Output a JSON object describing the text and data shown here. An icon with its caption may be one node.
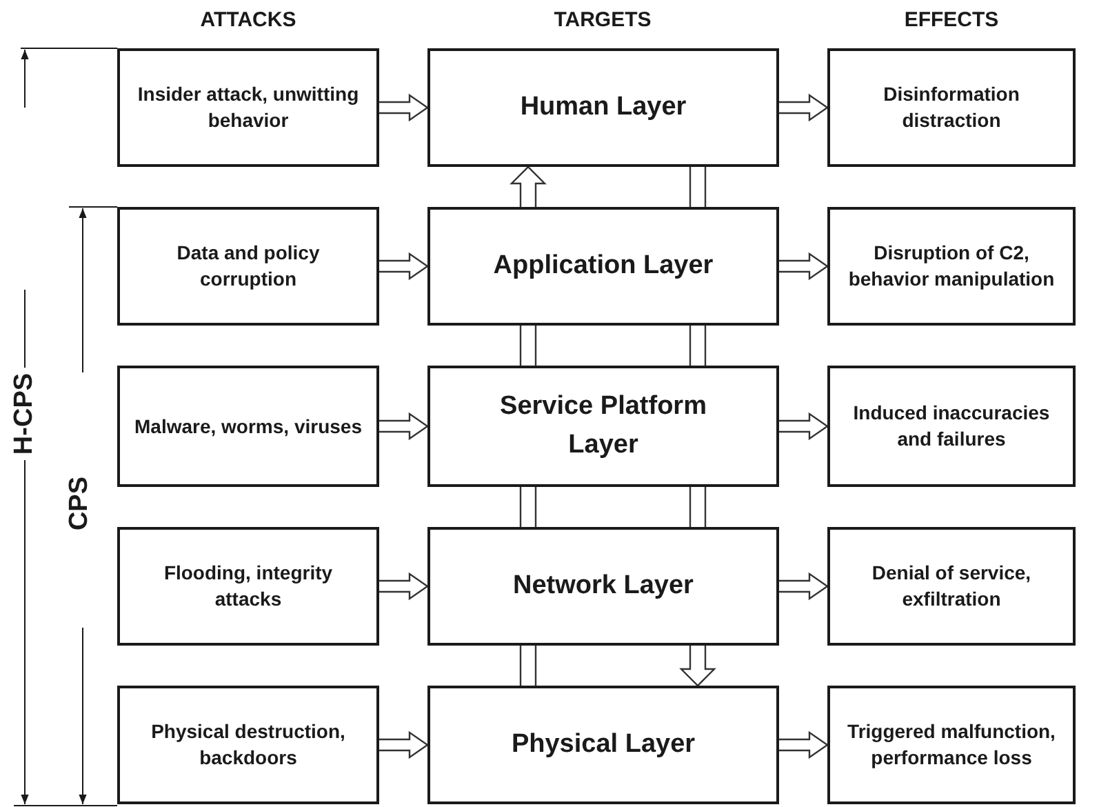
{
  "diagram": {
    "nodes": [
      {
        "text": [
          "Insider attack, unwitting behavior"
        ]
      },
      {
        "text": [
          "Human Layer"
        ]
      },
      {
        "text": [
          "Disinformation distraction"
        ]
      },
      {
        "text": [
          "Data and policy corruption"
        ]
      },
      {
        "text": [
          "Application Layer"
        ]
      },
      {
        "text": [
          "Disruption of C2, behavior manipulation"
        ]
      },
      {
        "text": [
          "Malware, worms, viruses"
        ]
      },
      {
        "text": [
          "Service Platform Layer"
        ]
      },
      {
        "text": [
          "Induced inaccuracies and failures"
        ]
      },
      {
        "text": [
          "Flooding, integrity attacks"
        ]
      },
      {
        "text": [
          "Network Layer"
        ]
      },
      {
        "text": [
          "Denial of service, exfiltration"
        ]
      },
      {
        "text": [
          "Physical destruction, backdoors"
        ]
      },
      {
        "text": [
          "Physical Layer"
        ]
      },
      {
        "text": [
          "Triggered malfunction, performance loss"
        ]
      }
    ],
    "edges": [
      {
        "from": 0,
        "to": 1,
        "arrow": "to"
      },
      {
        "from": 1,
        "to": 2,
        "arrow": "to"
      },
      {
        "from": 3,
        "to": 4,
        "arrow": "to"
      },
      {
        "from": 4,
        "to": 5,
        "arrow": "to"
      },
      {
        "from": 6,
        "to": 7,
        "arrow": "to"
      },
      {
        "from": 7,
        "to": 8,
        "arrow": "to"
      },
      {
        "from": 9,
        "to": 10,
        "arrow": "to"
      },
      {
        "from": 10,
        "to": 11,
        "arrow": "to"
      },
      {
        "from": 12,
        "to": 13,
        "arrow": "to"
      },
      {
        "from": 13,
        "to": 14,
        "arrow": "to"
      },
      {
        "from": 4,
        "to": 1,
        "arrow": "to"
      },
      {
        "from": 1,
        "to": 4,
        "arrow": "none"
      },
      {
        "from": 4,
        "to": 7,
        "arrow": "none"
      },
      {
        "from": 4,
        "to": 7,
        "arrow": "none"
      },
      {
        "from": 7,
        "to": 10,
        "arrow": "none"
      },
      {
        "from": 7,
        "to": 10,
        "arrow": "none"
      },
      {
        "from": 10,
        "to": 13,
        "arrow": "none"
      },
      {
        "from": 10,
        "to": 13,
        "arrow": "to"
      }
    ],
    "labels": [
      "ATTACKS",
      "TARGETS",
      "EFFECTS",
      "H-CPS",
      "CPS"
    ]
  }
}
